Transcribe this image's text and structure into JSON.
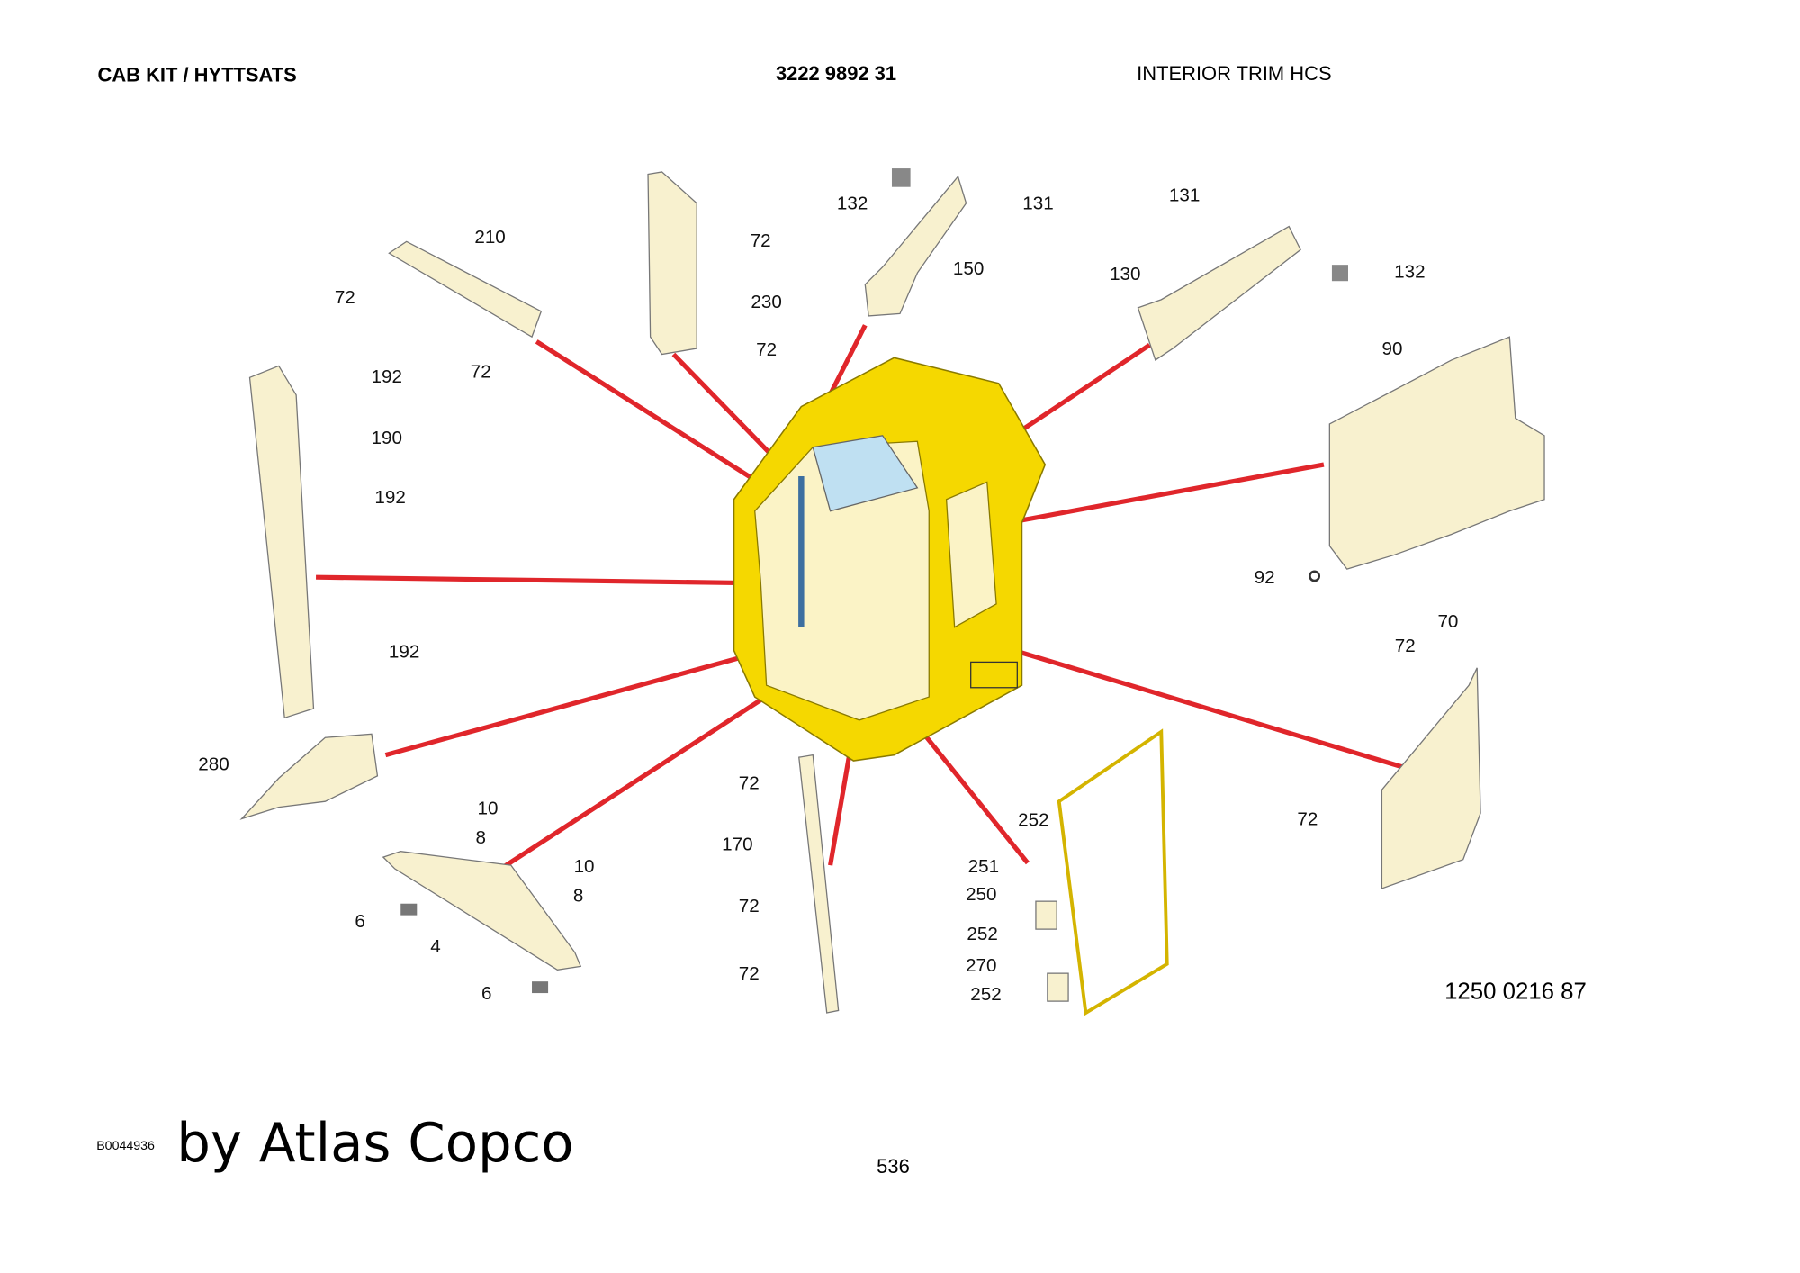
{
  "header": {
    "title": "CAB KIT / HYTTSATS",
    "part_number": "3222 9892 31",
    "description": "INTERIOR TRIM HCS"
  },
  "callouts": [
    {
      "label": "210"
    },
    {
      "label": "72"
    },
    {
      "label": "72"
    },
    {
      "label": "192"
    },
    {
      "label": "190"
    },
    {
      "label": "192"
    },
    {
      "label": "192"
    },
    {
      "label": "280"
    },
    {
      "label": "10"
    },
    {
      "label": "8"
    },
    {
      "label": "10"
    },
    {
      "label": "8"
    },
    {
      "label": "6"
    },
    {
      "label": "4"
    },
    {
      "label": "6"
    },
    {
      "label": "72"
    },
    {
      "label": "230"
    },
    {
      "label": "72"
    },
    {
      "label": "132"
    },
    {
      "label": "131"
    },
    {
      "label": "150"
    },
    {
      "label": "131"
    },
    {
      "label": "130"
    },
    {
      "label": "132"
    },
    {
      "label": "90"
    },
    {
      "label": "92"
    },
    {
      "label": "70"
    },
    {
      "label": "72"
    },
    {
      "label": "72"
    },
    {
      "label": "72"
    },
    {
      "label": "170"
    },
    {
      "label": "72"
    },
    {
      "label": "72"
    },
    {
      "label": "252"
    },
    {
      "label": "251"
    },
    {
      "label": "250"
    },
    {
      "label": "252"
    },
    {
      "label": "270"
    },
    {
      "label": "252"
    }
  ],
  "drawing_number": "1250 0216 87",
  "footer": {
    "image_code": "B0044936",
    "brand": "by Atlas Copco",
    "page": "536"
  }
}
